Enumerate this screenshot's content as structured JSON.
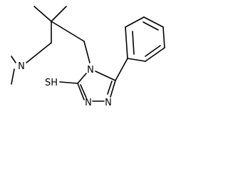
{
  "atom_labels": {
    "amine_n": "N",
    "triazole_n4": "N",
    "triazole_n1": "N",
    "triazole_n2": "N",
    "thiol": "SH"
  },
  "colors": {
    "bond": "#000000",
    "text": "#000000",
    "background": "#ffffff"
  }
}
